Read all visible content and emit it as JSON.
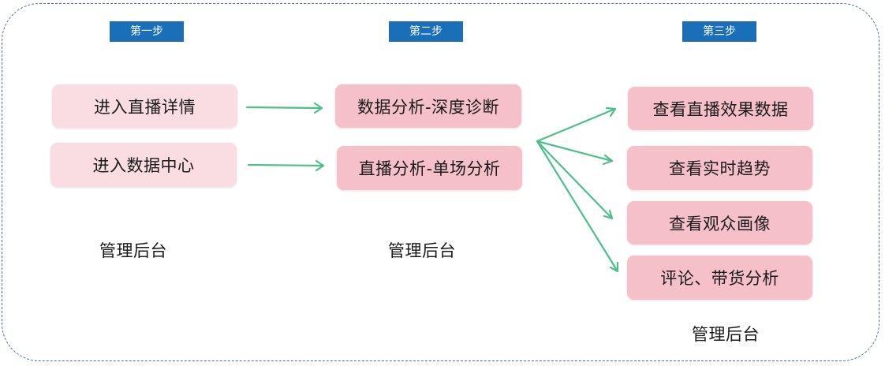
{
  "steps": {
    "step1": "第一步",
    "step2": "第二步",
    "step3": "第三步"
  },
  "column1": {
    "box1": "进入直播详情",
    "box2": "进入数据中心",
    "caption": "管理后台"
  },
  "column2": {
    "box1": "数据分析-深度诊断",
    "box2": "直播分析-单场分析",
    "caption": "管理后台"
  },
  "column3": {
    "box1": "查看直播效果数据",
    "box2": "查看实时趋势",
    "box3": "查看观众画像",
    "box4": "评论、带货分析",
    "caption": "管理后台"
  },
  "colors": {
    "step_label_bg": "#1a6fb8",
    "box_light": "#f9dde2",
    "box_pink": "#f6c0c8",
    "arrow": "#4cc08a",
    "frame_border": "#4a6fa5"
  }
}
